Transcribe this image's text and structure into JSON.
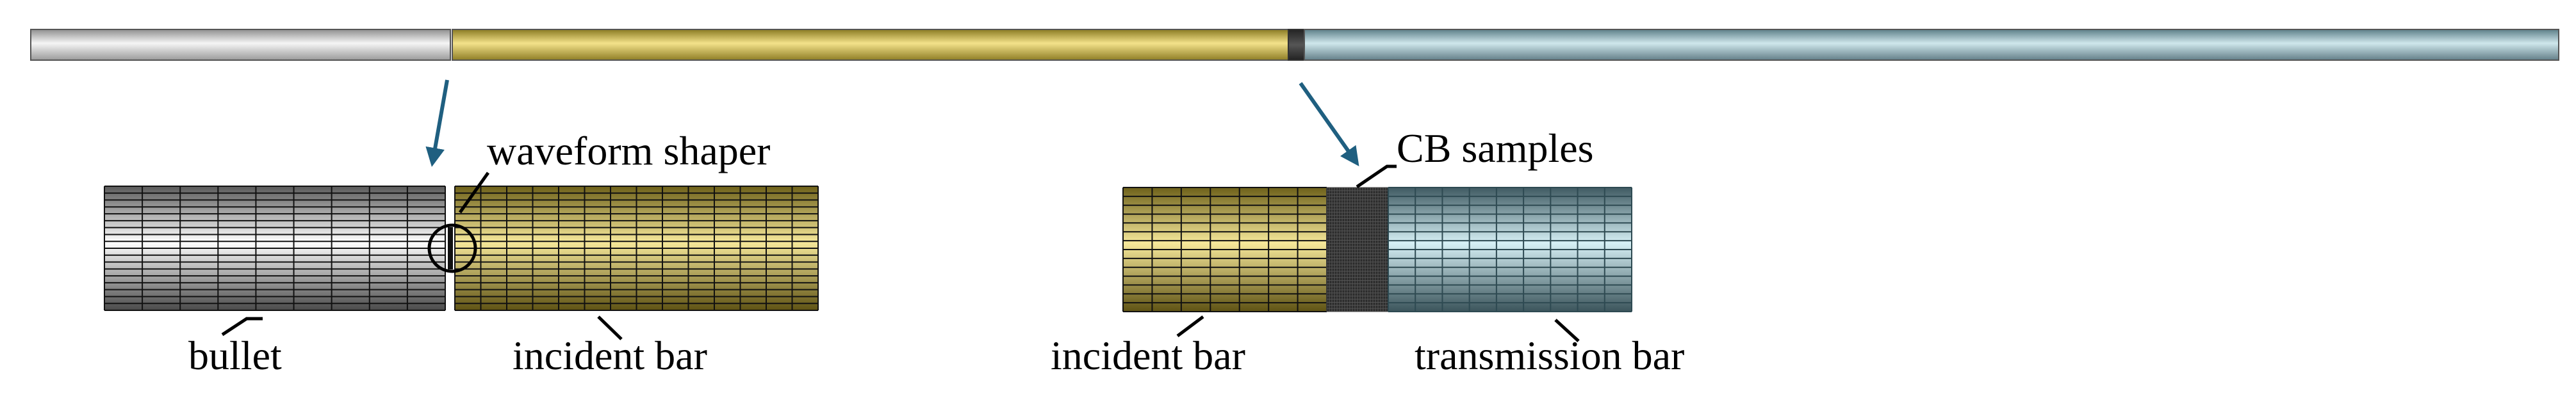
{
  "labels": {
    "waveform_shaper": "waveform shaper",
    "cb_samples": "CB samples",
    "bullet": "bullet",
    "incident_bar_left": "incident bar",
    "incident_bar_right": "incident bar",
    "transmission_bar": "transmission bar"
  },
  "colors": {
    "bullet": "#d9d9d9",
    "incident_bar": "#e8d26a",
    "transmission_bar": "#a8ccd4",
    "sample": "#2a2a2a",
    "arrow": "#1f5f80",
    "mesh_line": "#111111"
  }
}
